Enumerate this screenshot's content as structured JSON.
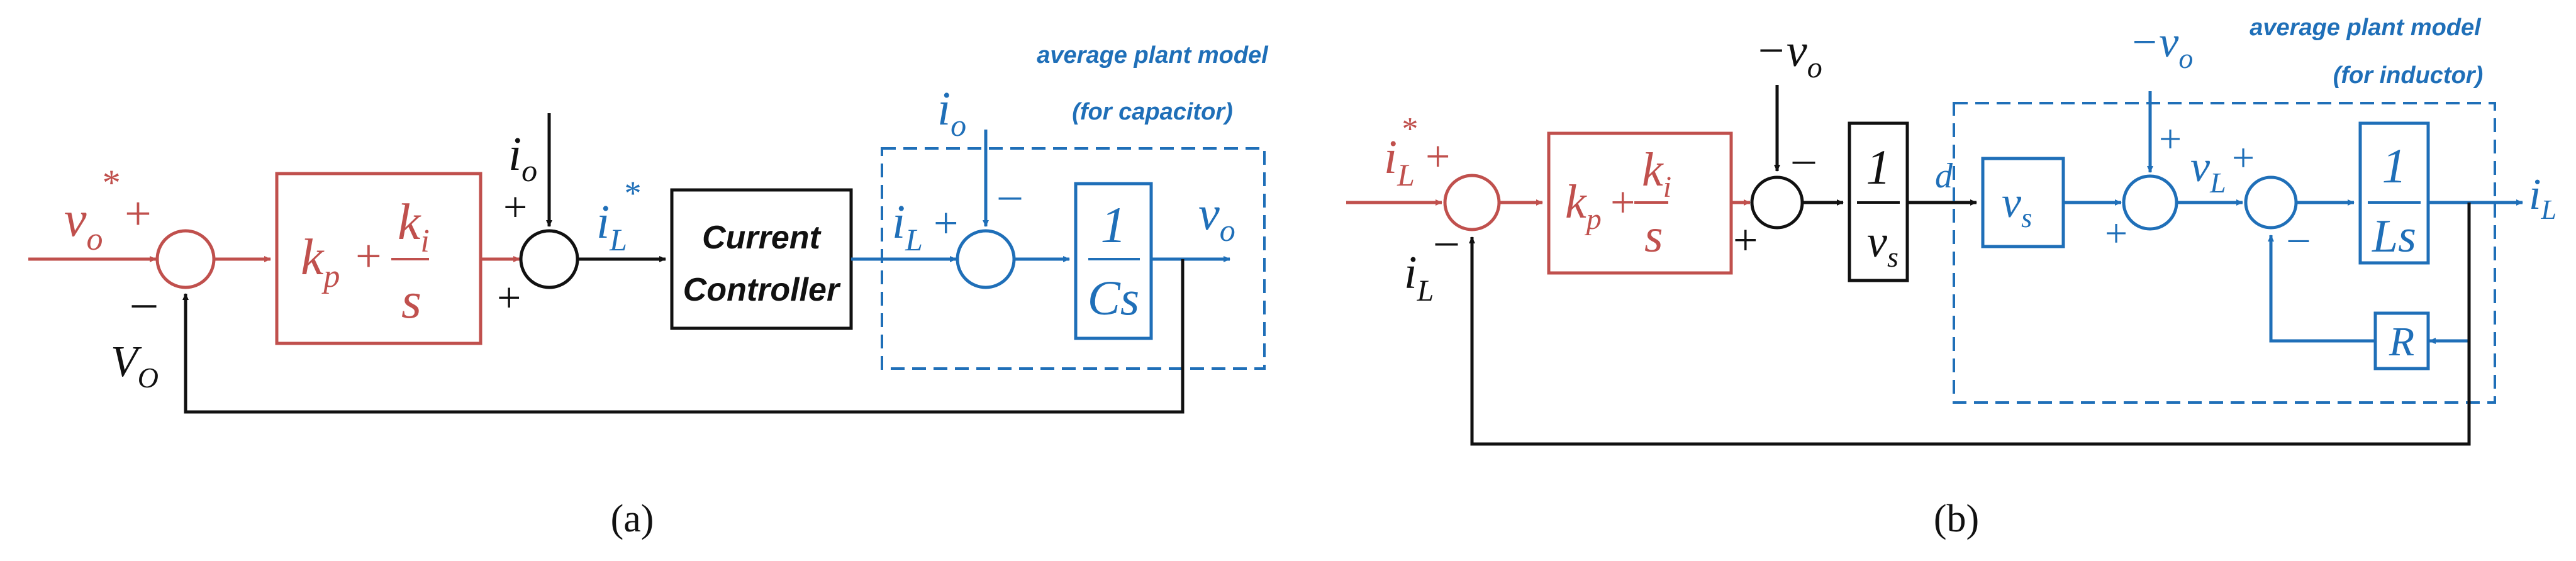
{
  "colors": {
    "red": "#c0504d",
    "blue": "#1f6fb8",
    "black": "#111111"
  },
  "diagram_a": {
    "ref_signal": "v",
    "ref_sup": "*",
    "ref_sub": "o",
    "sum1_plus": "+",
    "sum1_minus": "–",
    "feedback_v": "V",
    "feedback_sub": "O",
    "pi_kp": "k",
    "pi_kp_sub": "p",
    "pi_plus": "+",
    "pi_ki": "k",
    "pi_ki_sub": "i",
    "pi_s": "s",
    "io_top": "i",
    "io_top_sub": "o",
    "sum2_plus_top": "+",
    "sum2_plus_bottom": "+",
    "il_ref": "i",
    "il_ref_sub": "L",
    "il_ref_sup": "*",
    "controller_line1": "Current",
    "controller_line2": "Controller",
    "plant_title": "average plant model",
    "plant_subtitle": "(for capacitor)",
    "plant_io": "i",
    "plant_io_sub": "o",
    "plant_il": "i",
    "plant_il_sub": "L",
    "plant_il_plus": "+",
    "plant_minus": "–",
    "cap_num": "1",
    "cap_den": "Cs",
    "out_v": "v",
    "out_v_sub": "o",
    "caption": "(a)"
  },
  "diagram_b": {
    "ref_signal": "i",
    "ref_sub": "L",
    "ref_sup": "*",
    "sum1_plus": "+",
    "feedback": "i",
    "feedback_sub": "L",
    "sum1_minus": "–",
    "pi_kp": "k",
    "pi_kp_sub": "p",
    "pi_plus": "+",
    "pi_ki": "k",
    "pi_ki_sub": "i",
    "pi_s": "s",
    "vo_top": "−v",
    "vo_top_sub": "o",
    "sum2_minus": "–",
    "sum2_plus": "+",
    "inv_num": "1",
    "inv_den": "v",
    "inv_den_sub": "s",
    "d_label": "d",
    "plant_title": "average plant model",
    "plant_subtitle": "(for inductor)",
    "vs_block": "v",
    "vs_block_sub": "s",
    "vo_plant": "−v",
    "vo_plant_sub": "o",
    "sum3_plus_top": "+",
    "sum3_plus_left": "+",
    "vl": "v",
    "vl_sub": "L",
    "vl_plus": "+",
    "sum4_minus": "–",
    "ind_num": "1",
    "ind_den": "Ls",
    "r_block": "R",
    "out_i": "i",
    "out_i_sub": "L",
    "caption": "(b)"
  }
}
